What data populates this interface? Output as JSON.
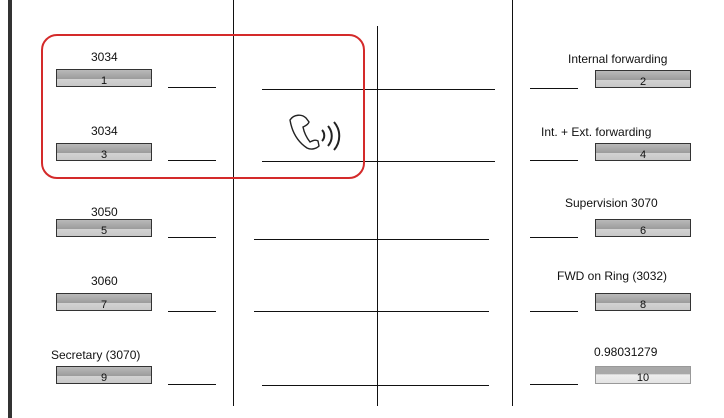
{
  "left_keys": [
    {
      "label": "3034",
      "key": "1"
    },
    {
      "label": "3034",
      "key": "3"
    },
    {
      "label": "3050",
      "key": "5"
    },
    {
      "label": "3060",
      "key": "7"
    },
    {
      "label": "Secretary (3070)",
      "key": "9"
    }
  ],
  "right_keys": [
    {
      "label": "Internal forwarding",
      "key": "2"
    },
    {
      "label": "Int. + Ext. forwarding",
      "key": "4"
    },
    {
      "label": "Supervision 3070",
      "key": "6"
    },
    {
      "label": "FWD on Ring (3032)",
      "key": "8"
    },
    {
      "label": "0.98031279",
      "key": "10"
    }
  ],
  "icons": {
    "ringing": "ringing-handset-icon"
  },
  "colors": {
    "highlight": "#d42a2a",
    "key_fill": "#b3b3b3"
  }
}
